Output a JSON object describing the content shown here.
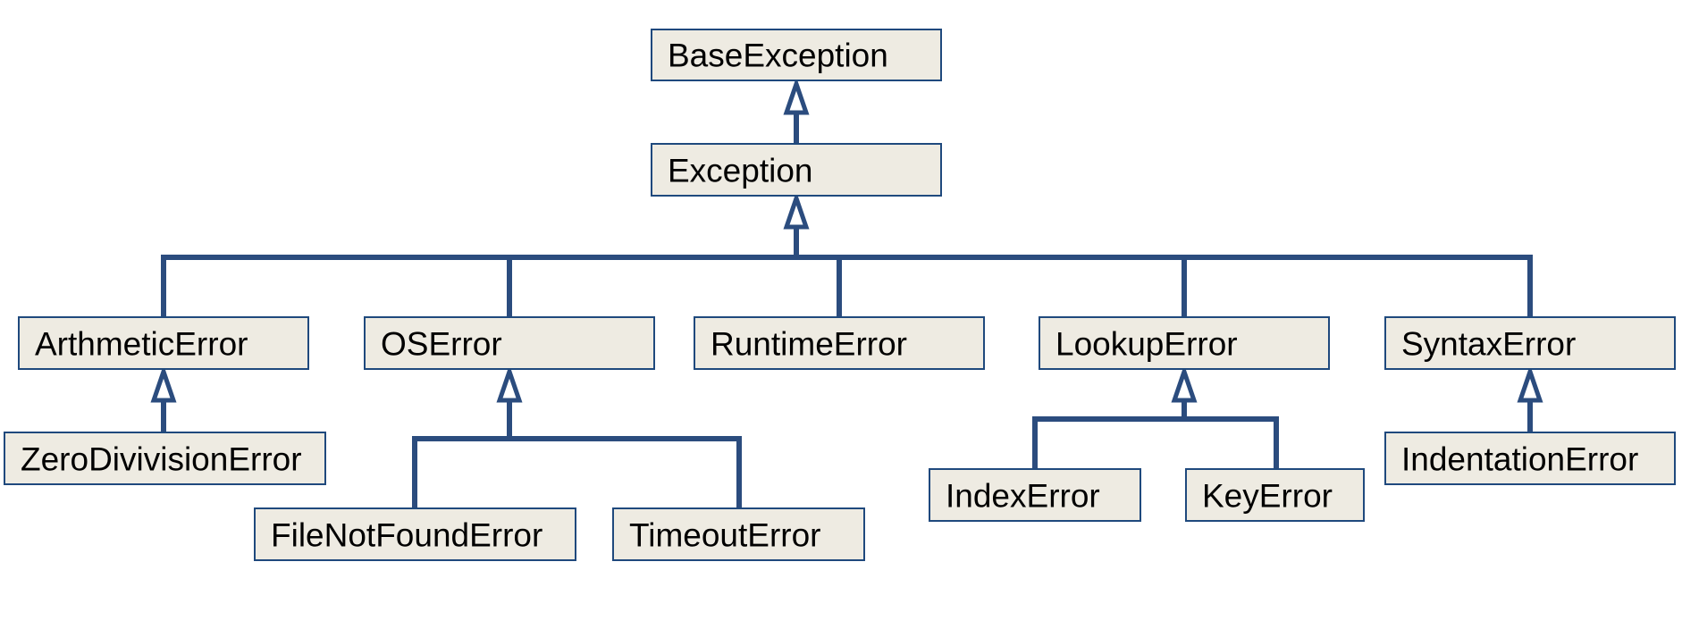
{
  "diagram": {
    "colors": {
      "box_fill": "#eeebe2",
      "box_stroke": "#1f497d",
      "connector": "#2b4c7e"
    },
    "nodes": {
      "base_exception": "BaseException",
      "exception": "Exception",
      "arithmetic_error": "ArthmeticError",
      "os_error": "OSError",
      "runtime_error": "RuntimeError",
      "lookup_error": "LookupError",
      "syntax_error": "SyntaxError",
      "zero_division_error": "ZeroDivivisionError",
      "file_not_found_error": "FileNotFoundError",
      "timeout_error": "TimeoutError",
      "index_error": "IndexError",
      "key_error": "KeyError",
      "indentation_error": "IndentationError"
    }
  }
}
